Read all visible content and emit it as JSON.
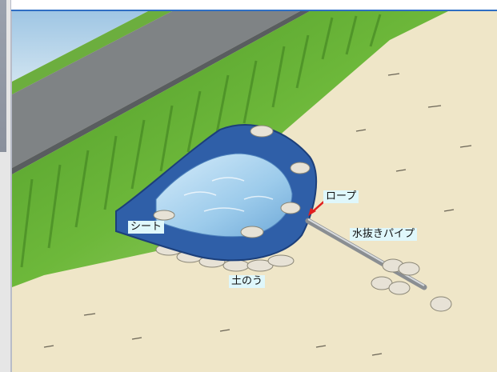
{
  "labels": {
    "rope": "ロープ",
    "sheet": "シート",
    "drain_pipe": "水抜きパイプ",
    "sandbag": "土のう"
  },
  "colors": {
    "sheet_blue": "#2f5fa8",
    "grass_green": "#5aa830",
    "water_blue": "#a8d2ee",
    "ground_sand": "#efe6c8",
    "road_gray": "#7f8385",
    "label_bg": "#dff7fb",
    "arrow_red": "#e02020"
  }
}
